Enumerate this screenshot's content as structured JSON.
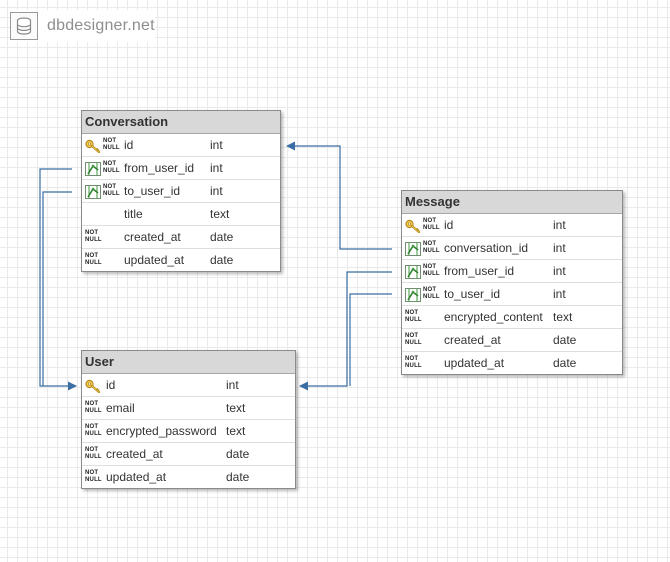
{
  "brand": {
    "name": "dbdesigner.net",
    "icon": "database-icon"
  },
  "not_null_label": [
    "NOT",
    "NULL"
  ],
  "tables": {
    "conversation": {
      "title": "Conversation",
      "columns": [
        {
          "name": "id",
          "type": "int",
          "icon": "key-icon",
          "not_null": true
        },
        {
          "name": "from_user_id",
          "type": "int",
          "icon": "foreign-key-icon",
          "not_null": true
        },
        {
          "name": "to_user_id",
          "type": "int",
          "icon": "foreign-key-icon",
          "not_null": true
        },
        {
          "name": "title",
          "type": "text",
          "icon": null,
          "not_null": false
        },
        {
          "name": "created_at",
          "type": "date",
          "icon": null,
          "not_null": true
        },
        {
          "name": "updated_at",
          "type": "date",
          "icon": null,
          "not_null": true
        }
      ]
    },
    "message": {
      "title": "Message",
      "columns": [
        {
          "name": "id",
          "type": "int",
          "icon": "key-icon",
          "not_null": true
        },
        {
          "name": "conversation_id",
          "type": "int",
          "icon": "foreign-key-icon",
          "not_null": true
        },
        {
          "name": "from_user_id",
          "type": "int",
          "icon": "foreign-key-icon",
          "not_null": true
        },
        {
          "name": "to_user_id",
          "type": "int",
          "icon": "foreign-key-icon",
          "not_null": true
        },
        {
          "name": "encrypted_content",
          "type": "text",
          "icon": null,
          "not_null": true
        },
        {
          "name": "created_at",
          "type": "date",
          "icon": null,
          "not_null": true
        },
        {
          "name": "updated_at",
          "type": "date",
          "icon": null,
          "not_null": true
        }
      ]
    },
    "user": {
      "title": "User",
      "columns": [
        {
          "name": "id",
          "type": "int",
          "icon": "key-icon",
          "not_null": false
        },
        {
          "name": "email",
          "type": "text",
          "icon": null,
          "not_null": true
        },
        {
          "name": "encrypted_password",
          "type": "text",
          "icon": null,
          "not_null": true
        },
        {
          "name": "created_at",
          "type": "date",
          "icon": null,
          "not_null": true
        },
        {
          "name": "updated_at",
          "type": "date",
          "icon": null,
          "not_null": true
        }
      ]
    }
  },
  "relations": [
    {
      "from": "message.conversation_id",
      "to": "conversation.id"
    },
    {
      "from": "conversation.from_user_id",
      "to": "user.id"
    },
    {
      "from": "conversation.to_user_id",
      "to": "user.id"
    },
    {
      "from": "message.from_user_id",
      "to": "user.id"
    },
    {
      "from": "message.to_user_id",
      "to": "user.id"
    }
  ],
  "colors": {
    "relation_line": "#3b6ea5",
    "header_bg": "#d8d8d8",
    "key_gold": "#e3b52a",
    "fk_green": "#3e9a3e"
  }
}
